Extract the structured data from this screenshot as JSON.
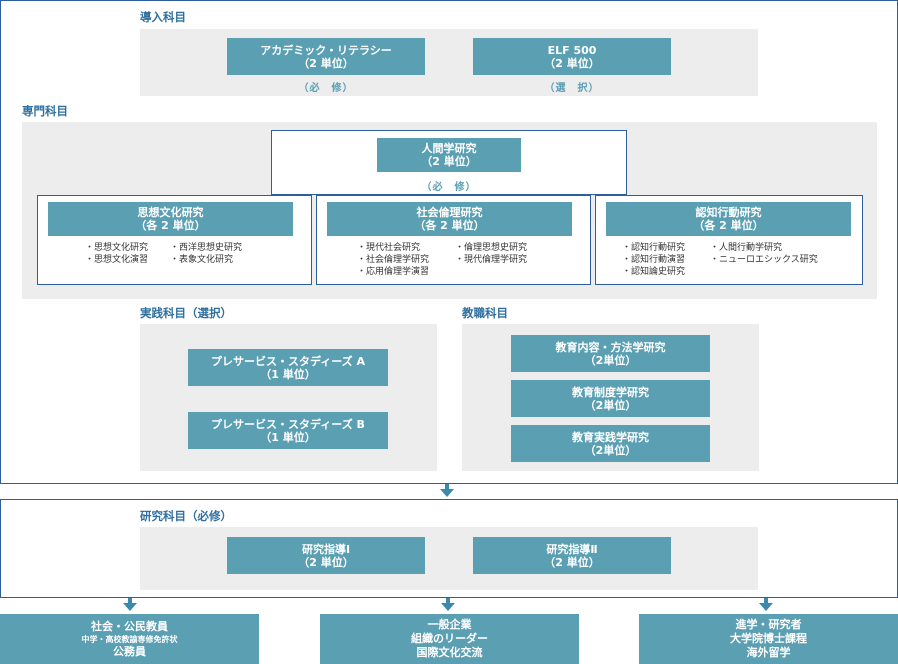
{
  "intro": {
    "heading": "導入科目",
    "courses": [
      {
        "name": "アカデミック・リテラシー",
        "credits": "（2 単位）",
        "note": "（必　修）"
      },
      {
        "name": "ELF 500",
        "credits": "（2 単位）",
        "note": "（選　択）"
      }
    ]
  },
  "specialized": {
    "heading": "専門科目",
    "core": {
      "name": "人間学研究",
      "credits": "（2 単位）",
      "note": "（必　修）"
    },
    "fields": [
      {
        "name": "思想文化研究",
        "credits": "（各 2 単位）",
        "col1": [
          "・思想文化研究",
          "・思想文化演習"
        ],
        "col2": [
          "・西洋思想史研究",
          "・表象文化研究"
        ]
      },
      {
        "name": "社会倫理研究",
        "credits": "（各 2 単位）",
        "col1": [
          "・現代社会研究",
          "・社会倫理学研究",
          "・応用倫理学演習"
        ],
        "col2": [
          "・倫理思想史研究",
          "・現代倫理学研究"
        ]
      },
      {
        "name": "認知行動研究",
        "credits": "（各 2 単位）",
        "col1": [
          "・認知行動研究",
          "・認知行動演習",
          "・認知論史研究"
        ],
        "col2": [
          "・人間行動学研究",
          "・ニューロエシックス研究"
        ]
      }
    ]
  },
  "practice": {
    "heading": "実践科目（選択）",
    "courses": [
      {
        "name": "プレサービス・スタディーズ A",
        "credits": "（1 単位）"
      },
      {
        "name": "プレサービス・スタディーズ B",
        "credits": "（1 単位）"
      }
    ]
  },
  "teaching": {
    "heading": "教職科目",
    "courses": [
      {
        "name": "教育内容・方法学研究",
        "credits": "（2単位）"
      },
      {
        "name": "教育制度学研究",
        "credits": "（2単位）"
      },
      {
        "name": "教育実践学研究",
        "credits": "（2単位）"
      }
    ]
  },
  "research": {
    "heading": "研究科目（必修）",
    "courses": [
      {
        "name": "研究指導Ⅰ",
        "credits": "（2 単位）"
      },
      {
        "name": "研究指導Ⅱ",
        "credits": "（2 単位）"
      }
    ]
  },
  "outcomes": [
    {
      "line1": "社会・公民教員",
      "line2": "中学・高校教諭専修免許状",
      "line3": "公務員"
    },
    {
      "line1": "一般企業",
      "line2": "組織のリーダー",
      "line3": "国際文化交流"
    },
    {
      "line1": "進学・研究者",
      "line2": "大学院博士課程",
      "line3": "海外留学"
    }
  ],
  "colors": {
    "box": "#5b9fb3",
    "frame": "#2d5e9e",
    "panel": "#ededed"
  }
}
